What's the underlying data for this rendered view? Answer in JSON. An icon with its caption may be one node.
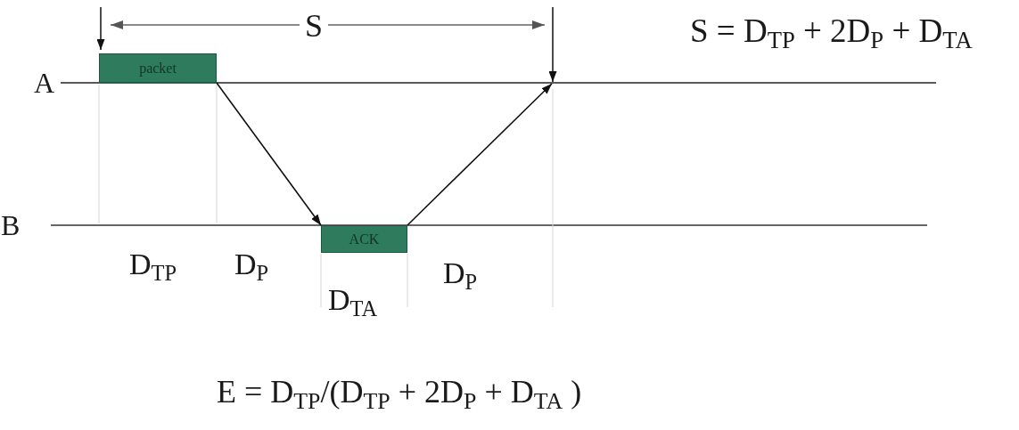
{
  "diagram": {
    "nodes": [
      {
        "text": [
          "packet"
        ]
      },
      {
        "text": [
          "ACK"
        ]
      }
    ],
    "edges": [
      {
        "from": 0,
        "to": 1,
        "arrow": "to"
      },
      {
        "from": 1,
        "to": null,
        "arrow": "to"
      }
    ],
    "labels": [
      "S",
      "S = D$_{TP}$ + 2D$_{P}$ + D$_{TA}$",
      "A",
      "B",
      "D$_{TP}$",
      "D$_{P}$",
      "D$_{TA}$",
      "D$_{P}$",
      "E = D$_{TP}$/(D$_{TP}$ + 2D$_{P}$ + D$_{TA}$ )"
    ]
  }
}
